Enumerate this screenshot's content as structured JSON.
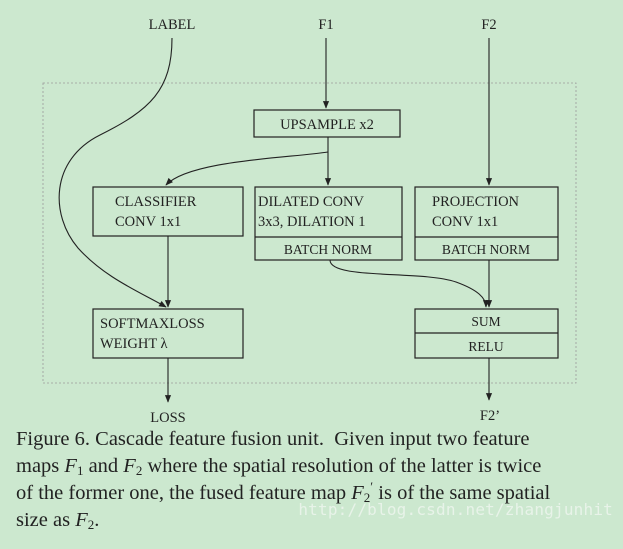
{
  "diagram": {
    "inputs": {
      "label": "LABEL",
      "f1": "F1",
      "f2": "F2"
    },
    "outputs": {
      "loss": "LOSS",
      "f2_out": "F2’"
    },
    "nodes": {
      "upsample": "UPSAMPLE x2",
      "classifier": [
        "CLASSIFIER",
        "CONV 1x1"
      ],
      "dilated": [
        "DILATED CONV",
        "3x3, DILATION 1"
      ],
      "dilated_bn": "BATCH NORM",
      "projection": [
        "PROJECTION",
        "CONV 1x1"
      ],
      "projection_bn": "BATCH NORM",
      "softmax": [
        "SOFTMAXLOSS",
        "WEIGHT λ"
      ],
      "sum": "SUM",
      "relu": "RELU"
    }
  },
  "caption": {
    "label": "Figure 6.",
    "title": "Cascade feature fusion unit.",
    "line1_rest": "Given input two feature",
    "line2_a": "maps ",
    "f1_sym": "F",
    "f1_sub": "1",
    "line2_b": " and ",
    "f2_sym": "F",
    "f2_sub": "2",
    "line2_c": " where the spatial resolution of the latter is twice",
    "line3_a": "of the former one, the fused feature map ",
    "f2p_sym": "F",
    "f2p_sub": "2",
    "f2p_prime": "′",
    "line3_b": " is of the same spatial",
    "line4_a": "size as ",
    "line4_sym": "F",
    "line4_sub": "2",
    "line4_b": "."
  },
  "watermark": "http://blog.csdn.net/zhangjunhit"
}
